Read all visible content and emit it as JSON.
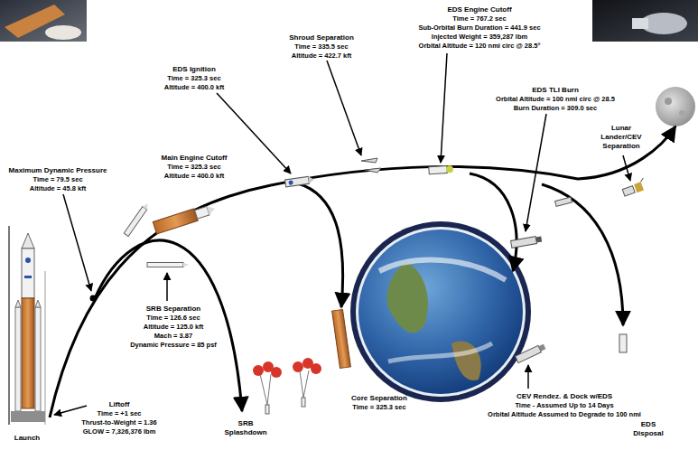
{
  "diagram": {
    "labels": [
      "EDS Engine Cutoff",
      "Time = 767.2 sec",
      "Sub-Orbital Burn Duration = 441.9 sec",
      "Injected Weight = 359,287 lbm",
      "Orbital Altitude = 120 nmi circ @ 28.5°",
      "Shroud Separation",
      "Time = 335.5 sec",
      "Altitude = 422.7 kft",
      "EDS Ignition",
      "Time = 325.3 sec",
      "Altitude = 400.0 kft",
      "EDS TLI Burn",
      "Orbital Altitude = 100 nmi circ @ 28.5",
      "Burn Duration = 309.0 sec",
      "Main Engine Cutoff",
      "Time = 325.3 sec",
      "Altitude = 400.0 kft",
      "Maximum Dynamic Pressure",
      "Time = 79.5 sec",
      "Altitude = 45.8 kft",
      "Lunar Lander/CEV Separation",
      "SRB Separation",
      "Time = 126.6 sec",
      "Altitude = 125.0 kft",
      "Mach = 3.87",
      "Dynamic Pressure = 85 psf",
      "Liftoff",
      "Time = +1 sec",
      "Thrust-to-Weight = 1.36",
      "GLOW = 7,326,376 lbm",
      "Launch",
      "SRB Splashdown",
      "Core Separation",
      "Time = 325.3 sec",
      "CEV Rendez. & Dock w/EDS",
      "Time - Assumed Up to 14 Days",
      "Orbital Altitude Assumed to Degrade to 100 nmi",
      "EDS Disposal"
    ]
  }
}
